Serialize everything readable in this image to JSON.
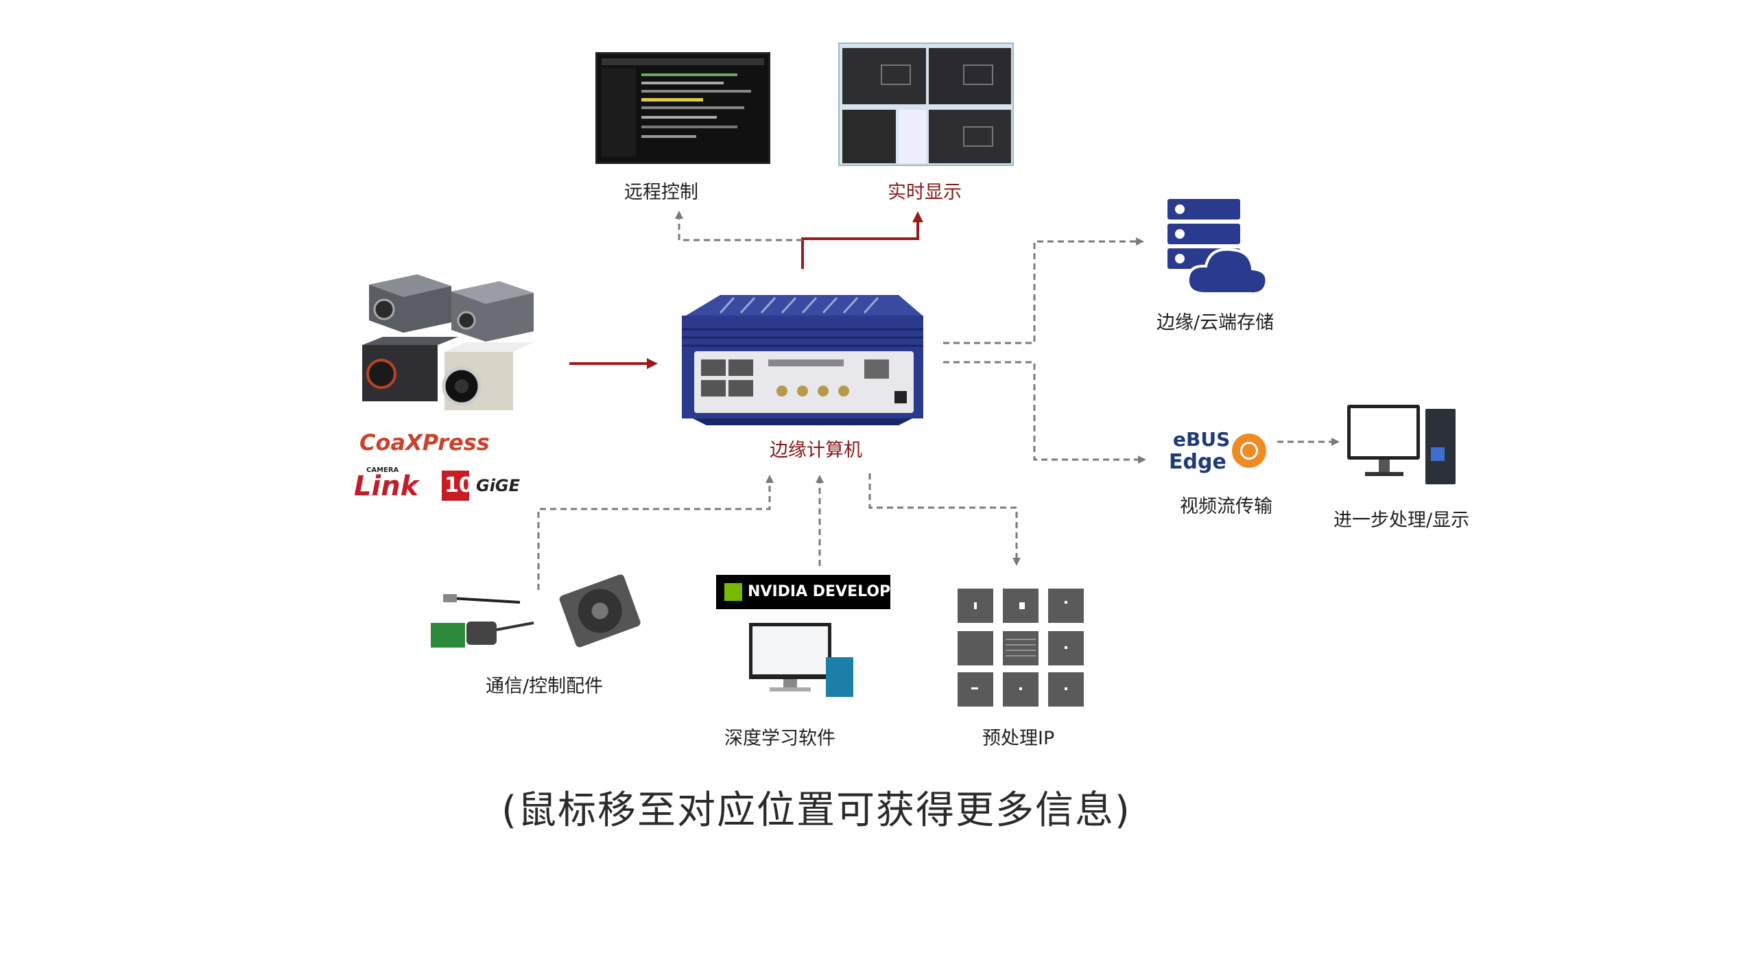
{
  "labels": {
    "remote": "远程控制",
    "realtime": "实时显示",
    "storage": "边缘/云端存储",
    "edge_pc": "边缘计算机",
    "stream": "视频流传输",
    "further": "进一步处理/显示",
    "comm": "通信/控制配件",
    "dl": "深度学习软件",
    "preproc": "预处理IP"
  },
  "logos": {
    "coaxpress": "CoaXPress",
    "cameralink": "Link",
    "cameralink_small": "CAMERA",
    "tengige_num": "10",
    "tengige": "GiGE",
    "nvidia": "NVIDIA DEVELOPER",
    "ebus1": "eBUS",
    "ebus2": "Edge"
  },
  "hint": "(鼠标移至对应位置可获得更多信息)",
  "colors": {
    "arrow_red": "#9b1b1b",
    "arrow_gray": "#7a7a7a",
    "device_blue": "#2b3a8c",
    "cloud_blue": "#2a3b8f"
  }
}
